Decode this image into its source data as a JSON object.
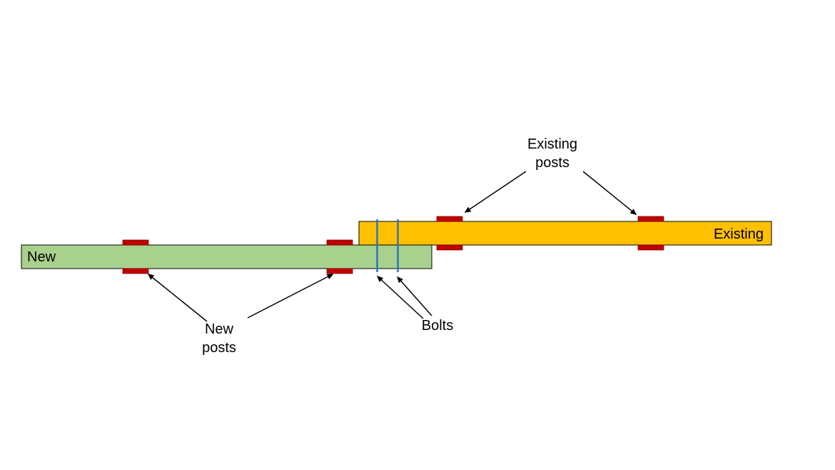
{
  "colors": {
    "existing_beam": "#FFC000",
    "new_beam": "#A9D18E",
    "post": "#C00000",
    "bolt": "#2E75B6",
    "arrow": "#000000"
  },
  "beams": {
    "existing": {
      "label": "Existing"
    },
    "new": {
      "label": "New"
    }
  },
  "annotations": {
    "existing_posts": {
      "line1": "Existing",
      "line2": "posts"
    },
    "new_posts": {
      "line1": "New",
      "line2": "posts"
    },
    "bolts": {
      "label": "Bolts"
    }
  }
}
